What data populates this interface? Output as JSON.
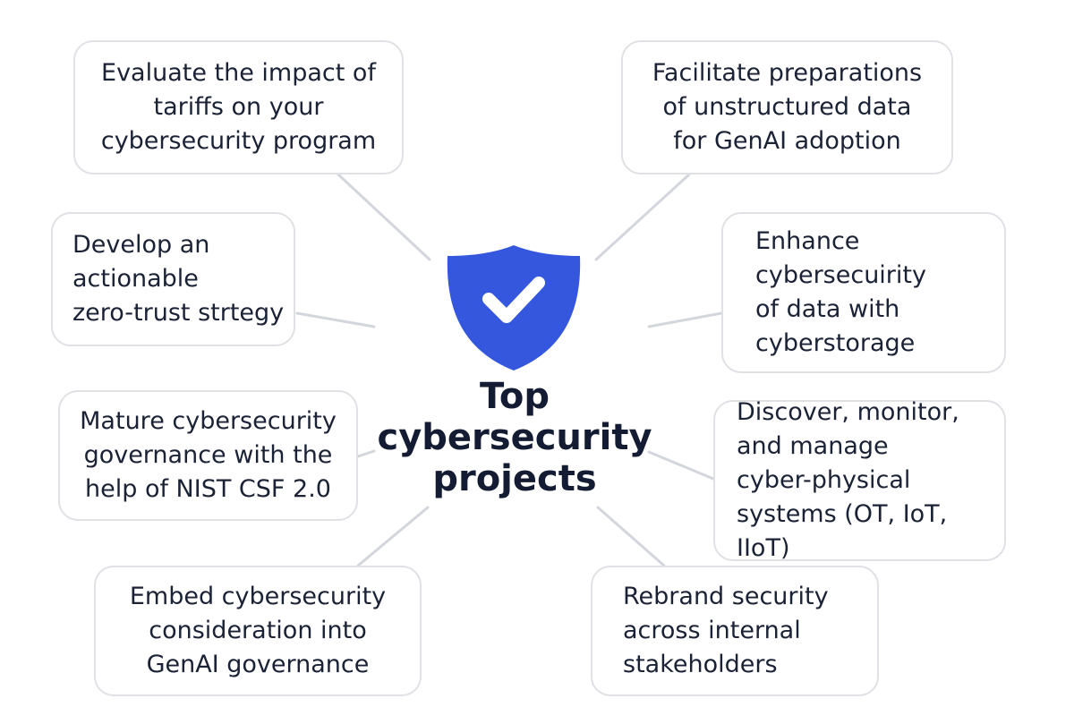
{
  "center": {
    "title": "Top\ncybersecurity\nprojects"
  },
  "icon": "shield-check-icon",
  "colors": {
    "shield": "#3557de",
    "title": "#141c33",
    "box_border": "#dfe1e5",
    "connector": "#d3d6dc"
  },
  "projects": [
    {
      "text": "Evaluate the impact of\ntariffs on your\ncybersecurity program"
    },
    {
      "text": "Facilitate preparations\nof unstructured data\nfor GenAI adoption"
    },
    {
      "text": "Develop an\nactionable\nzero-trust strtegy"
    },
    {
      "text": "Enhance\ncybersecuirity\nof data with\ncyberstorage"
    },
    {
      "text": "Mature cybersecurity\ngovernance with the\nhelp of NIST CSF 2.0"
    },
    {
      "text": "Discover, monitor,\nand manage\ncyber-physical\nsystems (OT, IoT, IIoT)"
    },
    {
      "text": "Embed cybersecurity\nconsideration into\nGenAI governance"
    },
    {
      "text": "Rebrand security\nacross internal\nstakeholders"
    }
  ]
}
